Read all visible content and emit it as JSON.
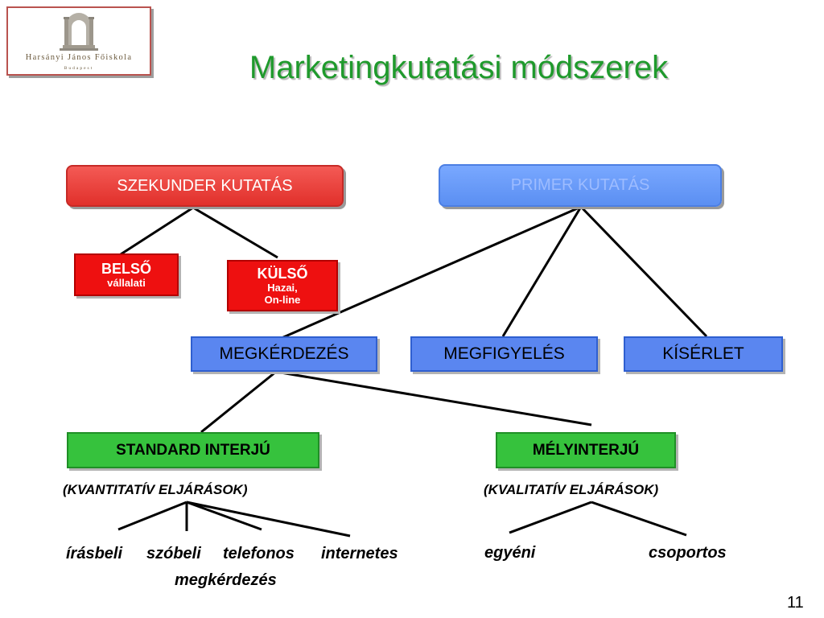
{
  "logo": {
    "name": "Harsányi János Főiskola",
    "city": "Budapest"
  },
  "title": "Marketingkutatási módszerek",
  "secondary": {
    "label": "SZEKUNDER KUTATÁS",
    "internal": {
      "label": "BELSŐ",
      "sub": "vállalati"
    },
    "external": {
      "label": "KÜLSŐ",
      "sub1": "Hazai,",
      "sub2": "On-line"
    }
  },
  "primary": {
    "label": "PRIMER KUTATÁS",
    "methods": [
      "MEGKÉRDEZÉS",
      "MEGFIGYELÉS",
      "KÍSÉRLET"
    ]
  },
  "interviews": {
    "standard": {
      "label": "STANDARD INTERJÚ",
      "note": "(KVANTITATÍV ELJÁRÁSOK)",
      "types": [
        "írásbeli",
        "szóbeli",
        "telefonos",
        "internetes"
      ],
      "caption": "megkérdezés"
    },
    "depth": {
      "label": "MÉLYINTERJÚ",
      "note": "(KVALITATÍV ELJÁRÁSOK)",
      "types": [
        "egyéni",
        "csoportos"
      ]
    }
  },
  "page_number": "11",
  "colors": {
    "title": "#1f9a2c",
    "secondary": "#e1302b",
    "primary": "#5b8ff2",
    "interview": "#36c23d"
  }
}
